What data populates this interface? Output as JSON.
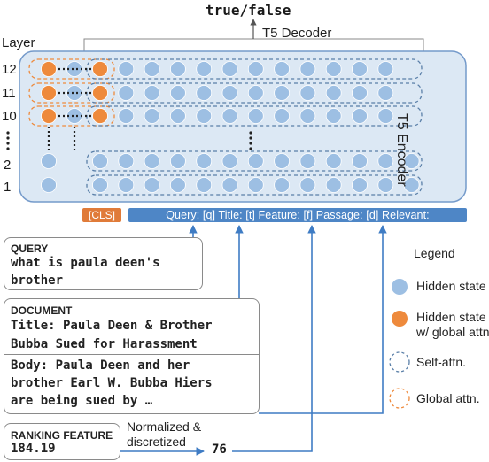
{
  "output_label": "true/false",
  "decoder_label": "T5 Decoder",
  "encoder_label": "T5 Encoder",
  "layer_axis_label": "Layer",
  "layer_labels": [
    "12",
    "11",
    "10",
    "2",
    "1"
  ],
  "input_tokens": {
    "cls": "[CLS]",
    "sequence": "Query: [q] Title: [t] Feature: [f] Passage: [d] Relevant:"
  },
  "query_box": {
    "header": "QUERY",
    "line1": "what is paula deen's",
    "line2": "brother"
  },
  "document_box": {
    "header": "DOCUMENT",
    "title_line1": "Title: Paula Deen & Brother",
    "title_line2": "Bubba Sued for Harassment",
    "body_line1": "Body: Paula Deen and her",
    "body_line2": "brother Earl W. Bubba Hiers",
    "body_line3": "are being sued by …"
  },
  "feature_box": {
    "header": "RANKING FEATURE",
    "value": "184.19"
  },
  "normalized_label_line1": "Normalized &",
  "normalized_label_line2": "discretized",
  "normalized_value": "76",
  "legend": {
    "title": "Legend",
    "items": [
      {
        "label": "Hidden state"
      },
      {
        "label_line1": "Hidden state",
        "label_line2": "w/ global attn."
      },
      {
        "label": "Self-attn."
      },
      {
        "label": "Global attn."
      }
    ]
  },
  "colors": {
    "hidden_state": "#9dbfe3",
    "global_state": "#ee8a3c",
    "encoder_fill": "#dbe7f4",
    "encoder_border": "#6d95c8",
    "token_bar": "#4e86c6",
    "cls_token": "#e07b39",
    "arrow": "#3f7cc4"
  }
}
